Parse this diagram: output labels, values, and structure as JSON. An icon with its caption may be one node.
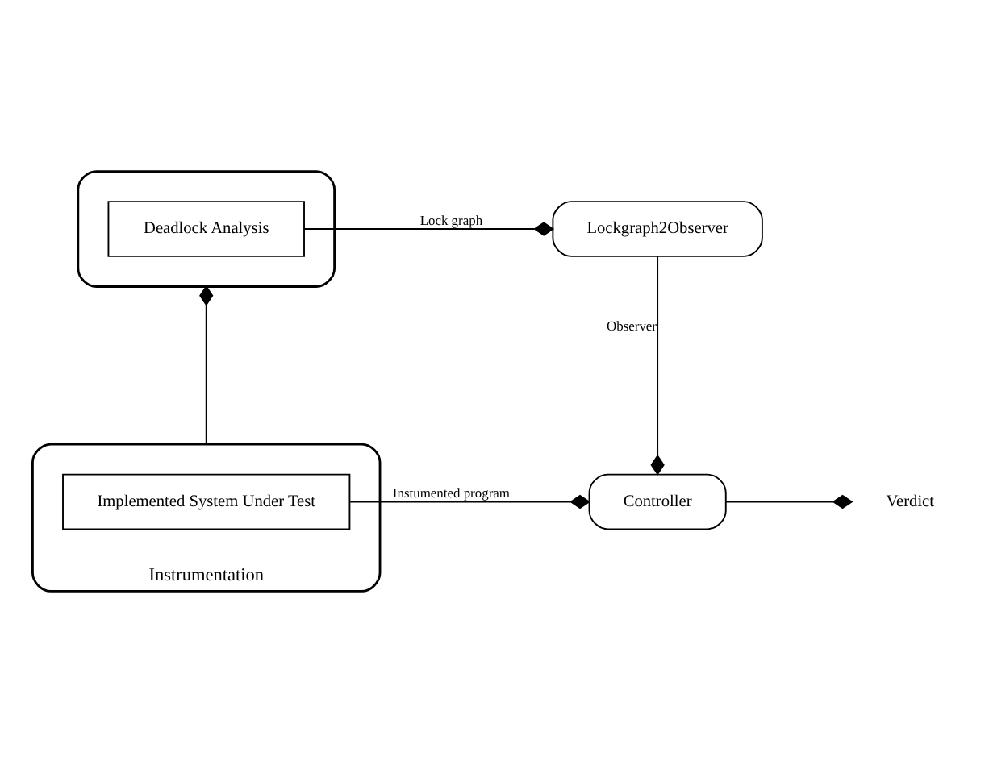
{
  "diagram": {
    "nodes": [
      {
        "text": [],
        "shape": "box"
      },
      {
        "text": [
          "Deadlock Analysis"
        ],
        "in": 0
      },
      {
        "text": [
          "Lockgraph2Observer"
        ]
      },
      {
        "text": [
          "Instrumentation"
        ]
      },
      {
        "text": [
          "Implemented System Under Test"
        ],
        "in": 3
      },
      {
        "text": [
          "Controller"
        ]
      },
      {
        "text": [
          "Verdict"
        ]
      }
    ],
    "edges": [
      {
        "from": 1,
        "to": 2,
        "arrow": "other",
        "label": "Lock graph"
      },
      {
        "from": 3,
        "to": 0,
        "arrow": "other"
      },
      {
        "from": 2,
        "to": 5,
        "arrow": "other",
        "label": "Observer"
      },
      {
        "from": 4,
        "to": 5,
        "arrow": "other",
        "label": "Instumented program"
      },
      {
        "from": 5,
        "to": 6,
        "arrow": "other"
      }
    ]
  }
}
